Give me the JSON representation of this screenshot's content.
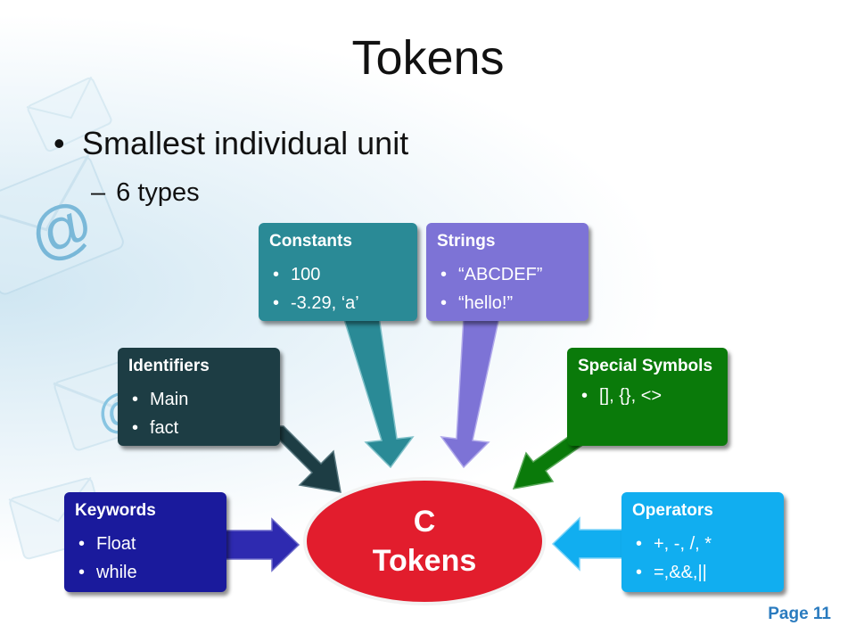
{
  "title": "Tokens",
  "bullets": {
    "main": "Smallest individual unit",
    "sub_dash": "–",
    "sub": "6 types"
  },
  "center": {
    "line1": "C",
    "line2": "Tokens"
  },
  "categories": [
    {
      "key": "keywords",
      "heading": "Keywords",
      "items": [
        "Float",
        "while"
      ],
      "color": "#1a1a9c"
    },
    {
      "key": "identifiers",
      "heading": "Identifiers",
      "items": [
        "Main",
        "fact"
      ],
      "color": "#1d3d44"
    },
    {
      "key": "constants",
      "heading": "Constants",
      "items": [
        "100",
        "-3.29, ‘a’"
      ],
      "color": "#2a8a96"
    },
    {
      "key": "strings",
      "heading": "Strings",
      "items": [
        "“ABCDEF”",
        "“hello!”"
      ],
      "color": "#7d73d6"
    },
    {
      "key": "special",
      "heading": "Special Symbols",
      "items": [
        "[], {}, <>"
      ],
      "color": "#0a7a0a"
    },
    {
      "key": "operators",
      "heading": "Operators",
      "items": [
        "+, -, /, *",
        "=,&&,||"
      ],
      "color": "#11aef0"
    }
  ],
  "center_color": "#e21d2d",
  "footer": {
    "page": "Page 11"
  }
}
